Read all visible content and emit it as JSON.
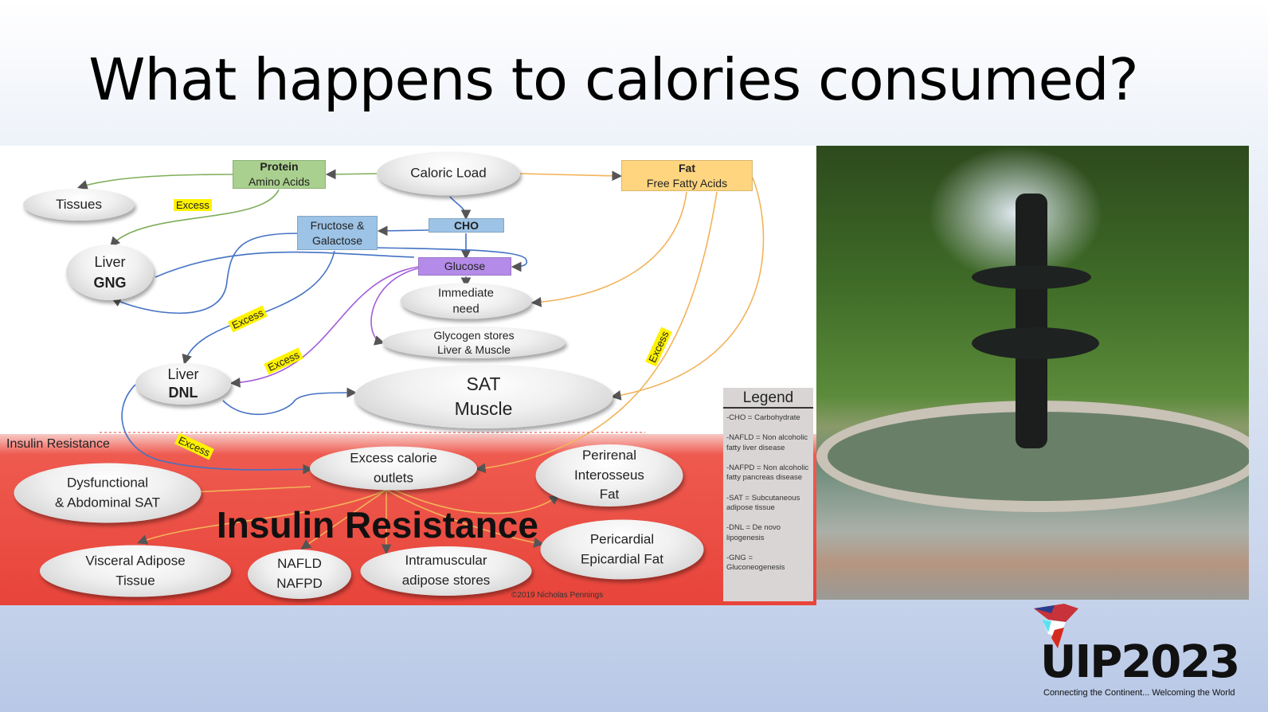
{
  "title": "What happens to calories consumed?",
  "diagram": {
    "caloric_load": "Caloric Load",
    "protein": {
      "line1": "Protein",
      "line2": "Amino Acids"
    },
    "fat": {
      "line1": "Fat",
      "line2": "Free Fatty Acids"
    },
    "tissues": "Tissues",
    "cho": "CHO",
    "fructose": {
      "line1": "Fructose &",
      "line2": "Galactose"
    },
    "glucose": "Glucose",
    "liver_gng": {
      "line1": "Liver",
      "line2": "GNG"
    },
    "immediate": {
      "line1": "Immediate",
      "line2": "need"
    },
    "glycogen": {
      "line1": "Glycogen stores",
      "line2": "Liver & Muscle"
    },
    "liver_dnl": {
      "line1": "Liver",
      "line2": "DNL"
    },
    "sat_muscle": {
      "line1": "SAT",
      "line2": "Muscle"
    },
    "excess_label": "Excess",
    "insulin_resistance_label": "Insulin Resistance",
    "insulin_resistance_big": "Insulin Resistance",
    "excess_outlets": {
      "line1": "Excess calorie",
      "line2": "outlets"
    },
    "dysfunctional": {
      "line1": "Dysfunctional",
      "line2": "& Abdominal SAT"
    },
    "perirenal": {
      "line1": "Perirenal",
      "line2": "Interosseus",
      "line3": "Fat"
    },
    "visceral": {
      "line1": "Visceral Adipose",
      "line2": "Tissue"
    },
    "nafld": {
      "line1": "NAFLD",
      "line2": "NAFPD"
    },
    "intramuscular": {
      "line1": "Intramuscular",
      "line2": "adipose stores"
    },
    "pericardial": {
      "line1": "Pericardial",
      "line2": "Epicardial Fat"
    },
    "copyright": "©2019 Nicholas Pennings"
  },
  "legend": {
    "title": "Legend",
    "items": [
      "-CHO = Carbohydrate",
      "-NAFLD = Non alcoholic fatty liver disease",
      "-NAFPD = Non alcoholic fatty pancreas disease",
      "-SAT = Subcutaneous adipose tissue",
      "-DNL = De novo lipogenesis",
      "-GNG = Gluconeogenesis"
    ]
  },
  "logo": {
    "text": "UIP2023",
    "tagline": "Connecting the Continent... Welcoming the World"
  },
  "colors": {
    "protein": "#a9d08e",
    "fat": "#ffd580",
    "cho": "#9dc3e6",
    "glucose": "#b48be8",
    "red": "#e8443a",
    "excess": "#fff200"
  }
}
